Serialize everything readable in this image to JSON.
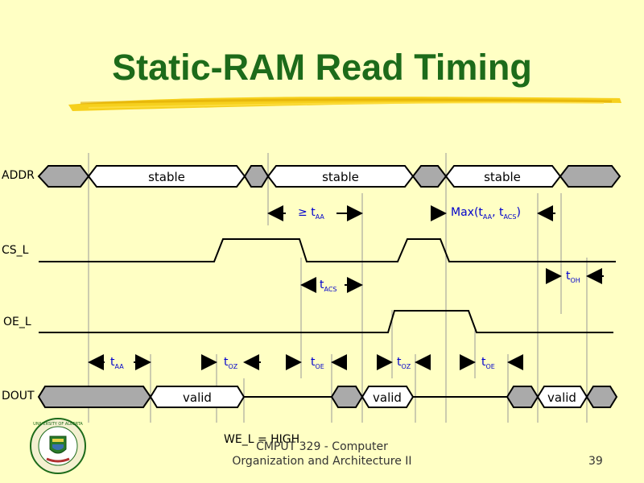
{
  "slide": {
    "title": "Static-RAM Read Timing",
    "footer_line1": "CMPUT 329 - Computer",
    "footer_line2": "Organization and Architecture II",
    "page_number": "39",
    "note": "WE_L = HIGH"
  },
  "signals": {
    "addr": "ADDR",
    "cs": "CS_L",
    "oe": "OE_L",
    "dout": "DOUT"
  },
  "bus_labels": {
    "stable": "stable",
    "valid": "valid"
  },
  "timing": {
    "ge": "≥ ",
    "t": "t",
    "max": "Max(t",
    "comma": ", t",
    "close": ")",
    "aa": "AA",
    "acs": "ACS",
    "oh": "OH",
    "oz": "OZ",
    "oe": "OE"
  },
  "logo": {
    "name": "university-of-alberta-crest",
    "text": "UNIVERSITY OF ALBERTA"
  },
  "colors": {
    "title": "#1d6b1a",
    "background": "#ffffc4",
    "annotation": "#0000cc",
    "bus_gray": "#aaaaaa",
    "brush": "#f5c800"
  }
}
